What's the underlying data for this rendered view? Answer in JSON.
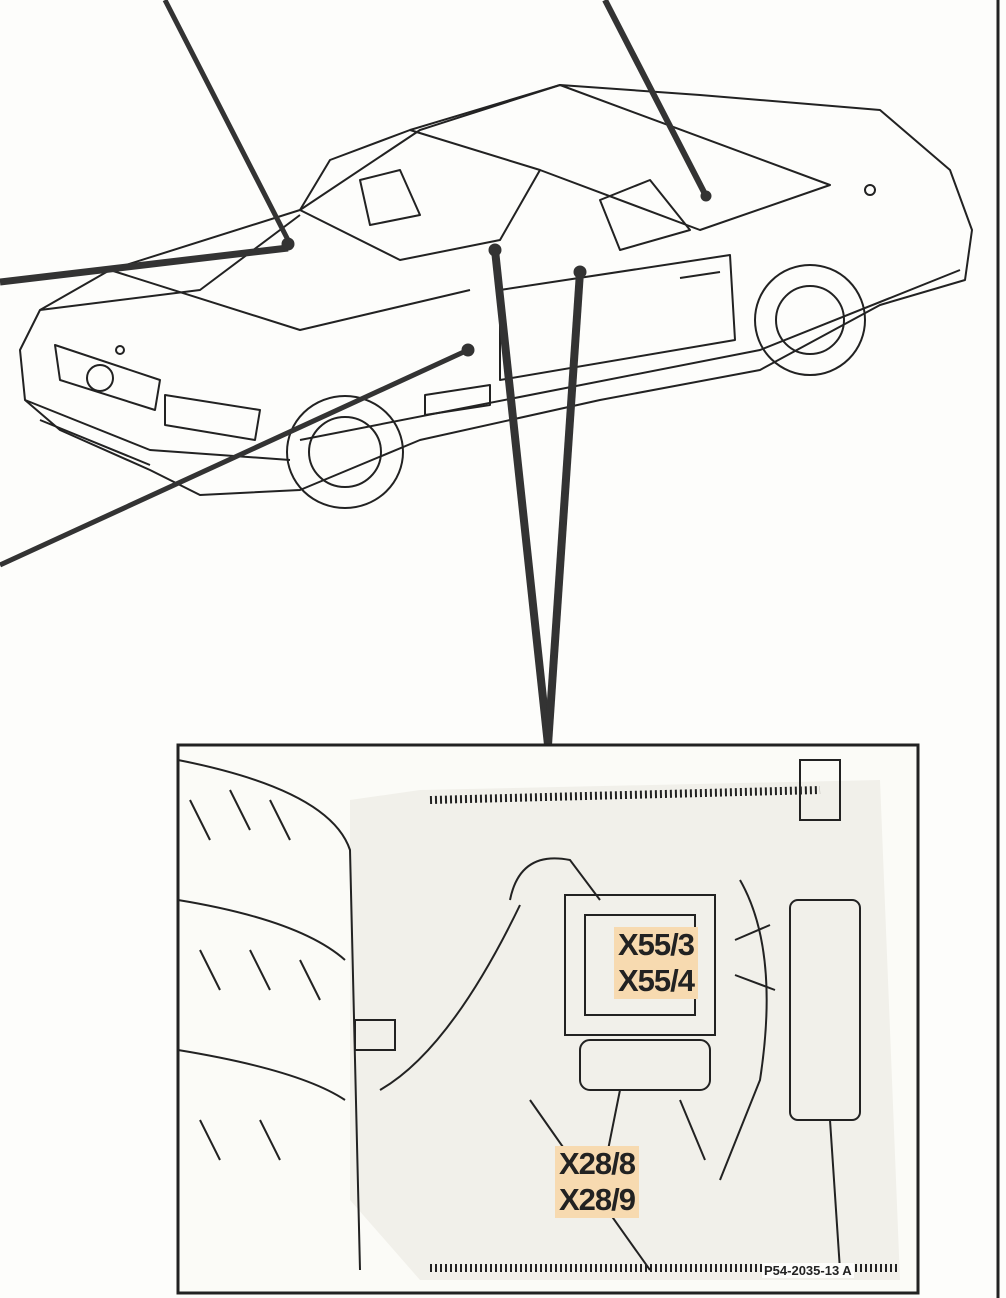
{
  "diagram": {
    "connector_labels_upper": [
      "X55/3",
      "X55/4"
    ],
    "connector_labels_lower": [
      "X28/8",
      "X28/9"
    ],
    "figure_code": "P54-2035-13 A",
    "highlight_color": "#f7dab0"
  }
}
